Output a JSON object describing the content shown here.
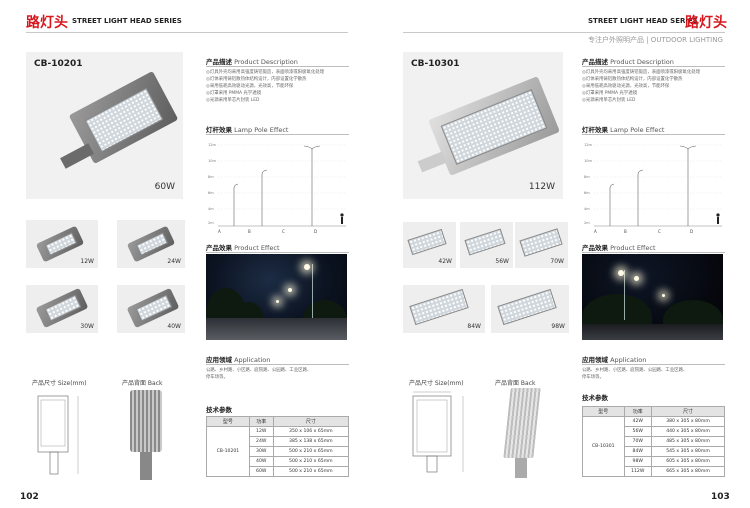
{
  "left": {
    "header": {
      "title_cn": "路灯头",
      "title_en": "STREET LIGHT HEAD SERIES"
    },
    "model": "CB-10201",
    "main_wattage": "60W",
    "thumbs": [
      "12W",
      "24W",
      "30W",
      "40W"
    ],
    "desc_title": {
      "cn": "产品描述",
      "en": "Product Description"
    },
    "desc_lines": [
      "◎灯具外壳均采用高强度铸铝锻造，表面喷漆或阳极氧化处理",
      "◎灯体采用铸铝散热体结构设计，内部设置化学散热",
      "◎采用低耗高效驱动光源，光效高，节能环保",
      "◎灯罩采用 PMMA 光学透镜",
      "◎光源采用单芯片封装 LED"
    ],
    "lamp_title": {
      "cn": "灯杆效果",
      "en": "Lamp Pole Effect"
    },
    "pole_heights": [
      "12m",
      "10m",
      "8m",
      "6m",
      "4m",
      "2m"
    ],
    "pole_marks": [
      "A",
      "B",
      "C",
      "D"
    ],
    "effect_title": {
      "cn": "产品效果",
      "en": "Product Effect"
    },
    "app_title": {
      "cn": "应用领域",
      "en": "Application"
    },
    "app_lines": [
      "公路、乡村路、小区路、庭院路、公园路、工业区路、",
      "停车场等。"
    ],
    "size_label": "产品尺寸 Size(mm)",
    "back_label": "产品背面 Back",
    "table_title": "技术参数",
    "table_headers": [
      "型号",
      "功率",
      "尺寸"
    ],
    "table_model": "CB-10201",
    "table_rows": [
      {
        "power": "12W",
        "size": "350 x 106 x 65mm"
      },
      {
        "power": "24W",
        "size": "385 x 138 x 65mm"
      },
      {
        "power": "30W",
        "size": "500 x 210 x 65mm"
      },
      {
        "power": "40W",
        "size": "500 x 210 x 65mm"
      },
      {
        "power": "60W",
        "size": "500 x 210 x 65mm"
      }
    ],
    "page_number": "102"
  },
  "right": {
    "header": {
      "title_cn": "路灯头",
      "title_en": "STREET LIGHT HEAD SERIES"
    },
    "subtitle": "专注户外照明产品 | OUTDOOR LIGHTING",
    "model": "CB-10301",
    "main_wattage": "112W",
    "thumbs": [
      "42W",
      "56W",
      "70W",
      "84W",
      "98W"
    ],
    "desc_title": {
      "cn": "产品描述",
      "en": "Product Description"
    },
    "desc_lines": [
      "◎灯具外壳均采用高强度铸铝锻造，表面喷漆或阳极氧化处理",
      "◎灯体采用铸铝散热体结构设计，内部设置化学散热",
      "◎采用低耗高效驱动光源，光效高，节能环保",
      "◎灯罩采用 PMMA 光学透镜",
      "◎光源采用单芯片封装 LED"
    ],
    "lamp_title": {
      "cn": "灯杆效果",
      "en": "Lamp Pole Effect"
    },
    "pole_heights": [
      "12m",
      "10m",
      "8m",
      "6m",
      "4m",
      "2m"
    ],
    "pole_marks": [
      "A",
      "B",
      "C",
      "D"
    ],
    "effect_title": {
      "cn": "产品效果",
      "en": "Product Effect"
    },
    "app_title": {
      "cn": "应用领域",
      "en": "Application"
    },
    "app_lines": [
      "公路、乡村路、小区路、庭院路、公园路、工业区路、",
      "停车场等。"
    ],
    "size_label": "产品尺寸 Size(mm)",
    "back_label": "产品背面 Back",
    "table_title": "技术参数",
    "table_headers": [
      "型号",
      "功率",
      "尺寸"
    ],
    "table_model": "CB-10301",
    "table_rows": [
      {
        "power": "42W",
        "size": "380 x 305 x 80mm"
      },
      {
        "power": "56W",
        "size": "440 x 305 x 80mm"
      },
      {
        "power": "70W",
        "size": "485 x 305 x 80mm"
      },
      {
        "power": "84W",
        "size": "545 x 305 x 80mm"
      },
      {
        "power": "98W",
        "size": "605 x 305 x 80mm"
      },
      {
        "power": "112W",
        "size": "665 x 305 x 80mm"
      }
    ],
    "page_number": "103"
  },
  "colors": {
    "accent_red": "#d7191f",
    "text_dark": "#222222",
    "panel_grey": "#f1f1f1"
  }
}
